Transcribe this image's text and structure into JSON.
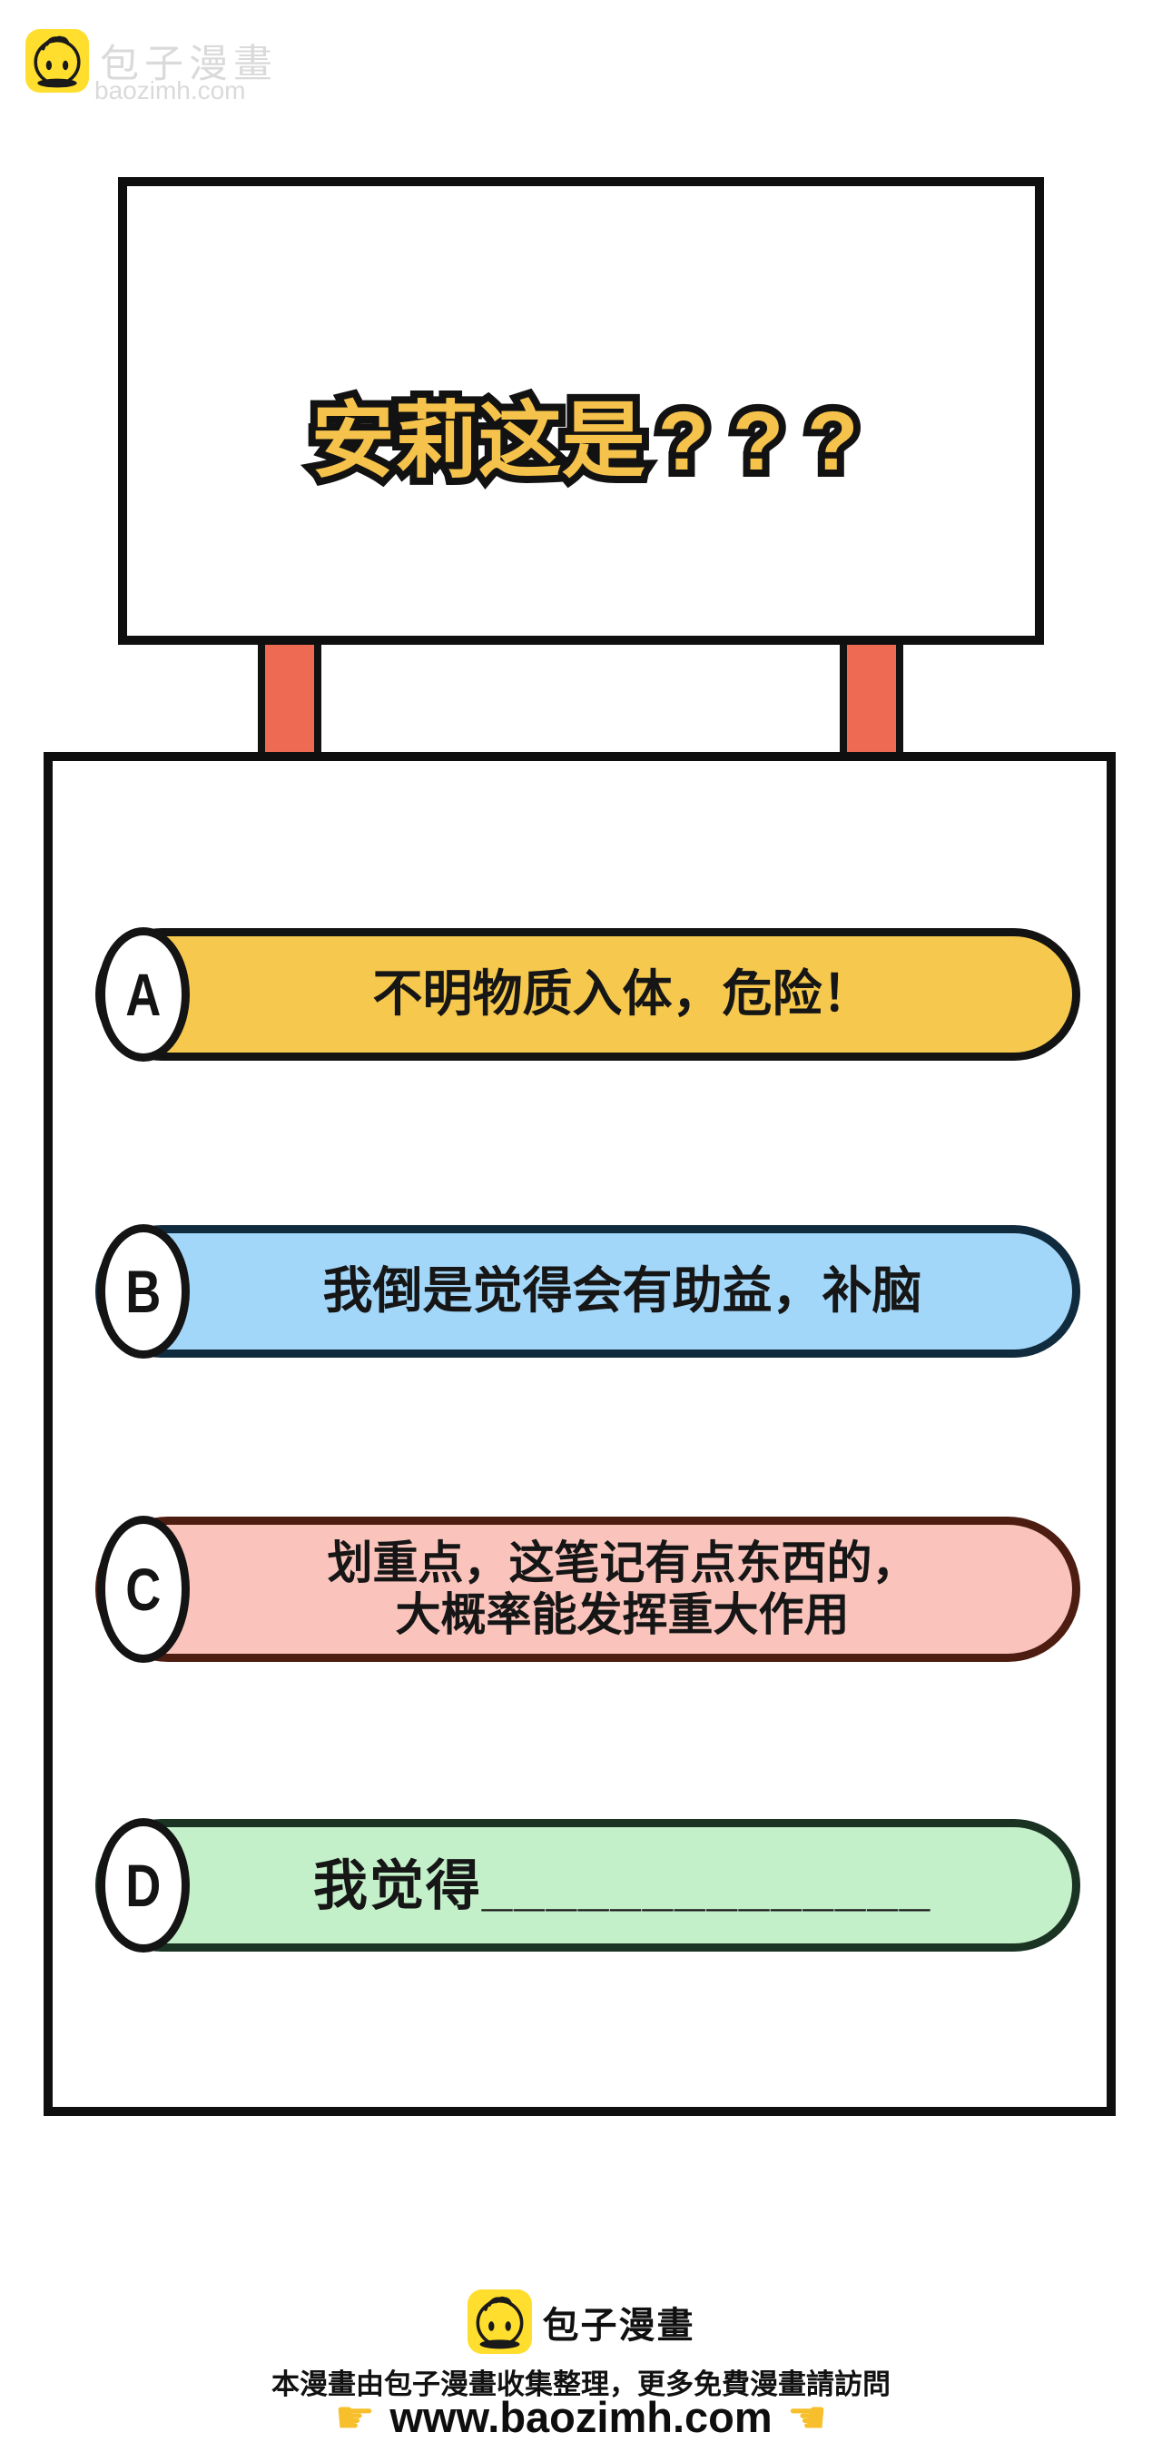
{
  "watermark": {
    "brand": "包子漫畫",
    "domain": "baozimh.com",
    "text_color": "#dadada"
  },
  "sign": {
    "title_main": "安莉这是",
    "title_marks": "???",
    "title_color": "#f5c24b"
  },
  "posts": {
    "color": "#ee6a52"
  },
  "quiz": {
    "options": [
      {
        "letter": "A",
        "text": "不明物质入体，危险！",
        "text_line2": "",
        "fill": "#f6c84d",
        "border": "#131313"
      },
      {
        "letter": "B",
        "text": "我倒是觉得会有助益，补脑",
        "text_line2": "",
        "fill": "#a3d7f9",
        "border": "#112b3e"
      },
      {
        "letter": "C",
        "text": "划重点，这笔记有点东西的，",
        "text_line2": "大概率能发挥重大作用",
        "fill": "#fac4bc",
        "border": "#4e1d12"
      },
      {
        "letter": "D",
        "text": "我觉得______________",
        "text_line2": "",
        "fill": "#c3f0c9",
        "border": "#1a3323"
      }
    ]
  },
  "footer": {
    "brand": "包子漫畫",
    "notice": "本漫畫由包子漫畫收集整理，更多免費漫畫請訪問",
    "url": "www.baozimh.com",
    "point_right_icon": "☛",
    "point_left_icon": "☚",
    "hand_color": "#f7bf2c"
  },
  "logo": {
    "bg_color": "#ffde2d"
  }
}
